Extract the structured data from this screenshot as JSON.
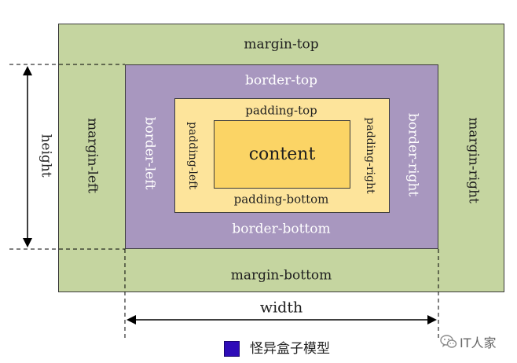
{
  "diagram": {
    "margin_top": "margin-top",
    "margin_bottom": "margin-bottom",
    "margin_left": "margin-left",
    "margin_right": "margin-right",
    "border_top": "border-top",
    "border_bottom": "border-bottom",
    "border_left": "border-left",
    "border_right": "border-right",
    "padding_top": "padding-top",
    "padding_bottom": "padding-bottom",
    "padding_left": "padding-left",
    "padding_right": "padding-right",
    "content": "content",
    "height": "height",
    "width": "width"
  },
  "legend": {
    "label": "怪异盒子模型",
    "swatch_color": "#2e0cb8"
  },
  "watermark": {
    "text": "IT人家",
    "icon": "wechat-icon"
  },
  "colors": {
    "margin": "#c5d5a0",
    "border": "#a897bf",
    "padding": "#fde49b",
    "content": "#fbd465"
  }
}
